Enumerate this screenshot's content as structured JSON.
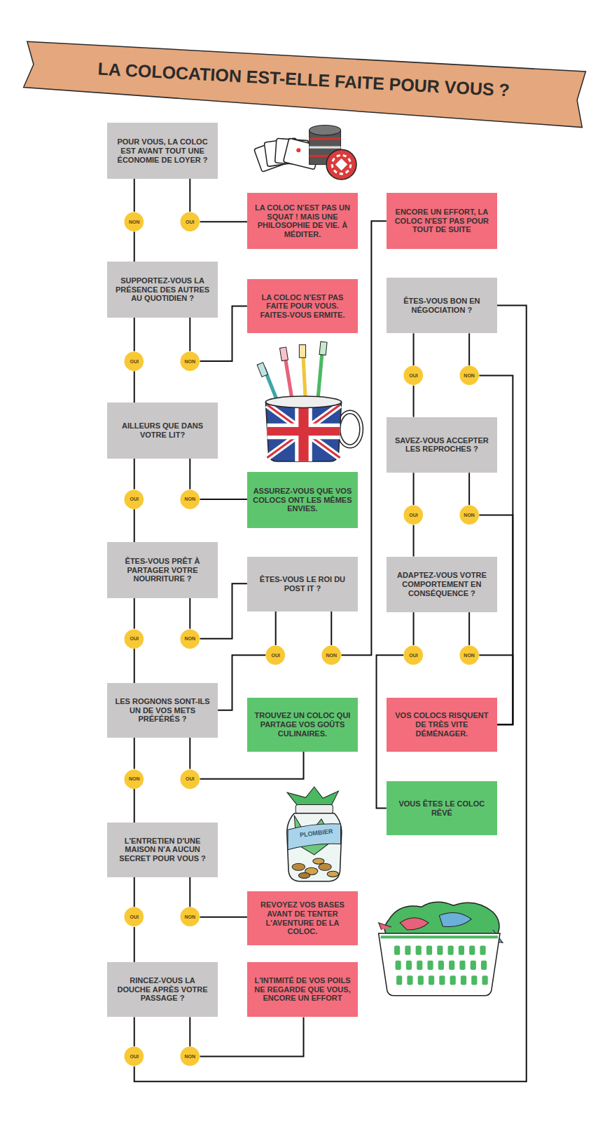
{
  "diagram": {
    "title": "LA COLOCATION EST-ELLE FAITE POUR VOUS ?",
    "nodes": [
      {
        "text": [
          "POUR VOUS, LA COLOC EST AVANT TOUT UNE ÉCONOMIE DE LOYER ?"
        ]
      },
      {
        "text": [
          "LA COLOC N'EST PAS UN SQUAT ! MAIS UNE PHILOSOPHIE DE VIE. À MÉDITER."
        ]
      },
      {
        "text": [
          "ENCORE UN EFFORT, LA COLOC N'EST PAS POUR TOUT DE SUITE"
        ]
      },
      {
        "text": [
          "NON"
        ]
      },
      {
        "text": [
          "OUI"
        ]
      },
      {
        "text": [
          "SUPPORTEZ-VOUS LA PRÉSENCE DES AUTRES AU QUOTIDIEN ?"
        ]
      },
      {
        "text": [
          "LA COLOC N'EST PAS FAITE POUR VOUS. FAITES-VOUS ERMITE."
        ]
      },
      {
        "text": [
          "ÊTES-VOUS BON EN NÉGOCIATION ?"
        ]
      },
      {
        "text": [
          "OUI"
        ]
      },
      {
        "text": [
          "NON"
        ]
      },
      {
        "text": [
          "OUI"
        ]
      },
      {
        "text": [
          "NON"
        ]
      },
      {
        "text": [
          "AILLEURS QUE DANS VOTRE LIT?"
        ]
      },
      {
        "text": [
          "SAVEZ-VOUS ACCEPTER LES REPROCHES ?"
        ]
      },
      {
        "text": [
          "ASSUREZ-VOUS QUE VOS COLOCS ONT LES MÊMES ENVIES."
        ]
      },
      {
        "text": [
          "OUI"
        ]
      },
      {
        "text": [
          "NON"
        ]
      },
      {
        "text": [
          "OUI"
        ]
      },
      {
        "text": [
          "NON"
        ]
      },
      {
        "text": [
          "ÊTES-VOUS PRÊT À PARTAGER VOTRE NOURRITURE ?"
        ]
      },
      {
        "text": [
          "ÊTES-VOUS LE ROI DU POST IT ?"
        ]
      },
      {
        "text": [
          "ADAPTEZ-VOUS VOTRE COMPORTEMENT EN CONSÉQUENCE ?"
        ]
      },
      {
        "text": [
          "OUI"
        ]
      },
      {
        "text": [
          "NON"
        ]
      },
      {
        "text": [
          "OUI"
        ]
      },
      {
        "text": [
          "NON"
        ]
      },
      {
        "text": [
          "OUI"
        ]
      },
      {
        "text": [
          "NON"
        ]
      },
      {
        "text": [
          "LES ROGNONS SONT-ILS UN DE VOS METS PRÉFÉRÉS ?"
        ]
      },
      {
        "text": [
          "TROUVEZ UN COLOC QUI PARTAGE VOS GOÛTS CULINAIRES."
        ]
      },
      {
        "text": [
          "VOS COLOCS RISQUENT DE TRÈS VITE DÉMÉNAGER."
        ]
      },
      {
        "text": [
          "NON"
        ]
      },
      {
        "text": [
          "OUI"
        ]
      },
      {
        "text": [
          "VOUS ÊTES LE COLOC RÊVÉ"
        ]
      },
      {
        "text": [
          "L'ENTRETIEN D'UNE MAISON N'A AUCUN SECRET POUR VOUS ?"
        ]
      },
      {
        "text": [
          "REVOYEZ VOS BASES AVANT DE TENTER L'AVENTURE DE LA COLOC."
        ]
      },
      {
        "text": [
          "OUI"
        ]
      },
      {
        "text": [
          "NON"
        ]
      },
      {
        "text": [
          "RINCEZ-VOUS LA DOUCHE APRÈS VOTRE PASSAGE ?"
        ]
      },
      {
        "text": [
          "L'INTIMITÉ DE VOS POILS NE REGARDE QUE VOUS, ENCORE UN EFFORT"
        ]
      },
      {
        "text": [
          "OUI"
        ]
      },
      {
        "text": [
          "NON"
        ]
      }
    ],
    "edges": [
      {
        "from": 0,
        "to": 3,
        "arrow": "none"
      },
      {
        "from": 0,
        "to": 4,
        "arrow": "none"
      },
      {
        "from": 3,
        "to": 5,
        "arrow": "none"
      },
      {
        "from": 4,
        "to": 1,
        "arrow": "none"
      },
      {
        "from": 5,
        "to": 8,
        "arrow": "none"
      },
      {
        "from": 5,
        "to": 9,
        "arrow": "none"
      },
      {
        "from": 8,
        "to": 12,
        "arrow": "none"
      },
      {
        "from": 9,
        "to": 6,
        "arrow": "none"
      },
      {
        "from": 12,
        "to": 15,
        "arrow": "none"
      },
      {
        "from": 12,
        "to": 16,
        "arrow": "none"
      },
      {
        "from": 15,
        "to": 19,
        "arrow": "none"
      },
      {
        "from": 16,
        "to": 14,
        "arrow": "none"
      },
      {
        "from": 19,
        "to": 22,
        "arrow": "none"
      },
      {
        "from": 19,
        "to": 23,
        "arrow": "none"
      },
      {
        "from": 22,
        "to": 28,
        "arrow": "none"
      },
      {
        "from": 23,
        "to": 20,
        "arrow": "none"
      },
      {
        "from": 20,
        "to": 24,
        "arrow": "none"
      },
      {
        "from": 20,
        "to": 25,
        "arrow": "none"
      },
      {
        "from": 24,
        "to": 28,
        "arrow": "none"
      },
      {
        "from": 25,
        "to": 2,
        "arrow": "none"
      },
      {
        "from": 28,
        "to": 31,
        "arrow": "none"
      },
      {
        "from": 28,
        "to": 32,
        "arrow": "none"
      },
      {
        "from": 31,
        "to": 34,
        "arrow": "none"
      },
      {
        "from": 32,
        "to": 29,
        "arrow": "none"
      },
      {
        "from": 34,
        "to": 36,
        "arrow": "none"
      },
      {
        "from": 34,
        "to": 37,
        "arrow": "none"
      },
      {
        "from": 36,
        "to": 38,
        "arrow": "none"
      },
      {
        "from": 37,
        "to": 35,
        "arrow": "none"
      },
      {
        "from": 38,
        "to": 40,
        "arrow": "none"
      },
      {
        "from": 38,
        "to": 41,
        "arrow": "none"
      },
      {
        "from": 40,
        "to": 7,
        "arrow": "none"
      },
      {
        "from": 41,
        "to": 39,
        "arrow": "none"
      },
      {
        "from": 7,
        "to": 10,
        "arrow": "none"
      },
      {
        "from": 7,
        "to": 11,
        "arrow": "none"
      },
      {
        "from": 10,
        "to": 13,
        "arrow": "none"
      },
      {
        "from": 11,
        "to": 30,
        "arrow": "none"
      },
      {
        "from": 13,
        "to": 17,
        "arrow": "none"
      },
      {
        "from": 13,
        "to": 18,
        "arrow": "none"
      },
      {
        "from": 17,
        "to": 21,
        "arrow": "none"
      },
      {
        "from": 18,
        "to": 30,
        "arrow": "none"
      },
      {
        "from": 21,
        "to": 26,
        "arrow": "none"
      },
      {
        "from": 21,
        "to": 27,
        "arrow": "none"
      },
      {
        "from": 26,
        "to": 33,
        "arrow": "none"
      },
      {
        "from": 27,
        "to": 30,
        "arrow": "none"
      }
    ],
    "labels": [
      "PLOMBIER"
    ]
  }
}
